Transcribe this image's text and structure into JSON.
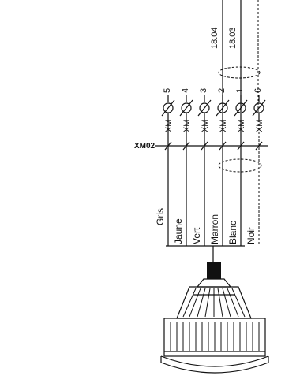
{
  "connector_label": "XM02",
  "terminal_prefix": "XM",
  "terminals": [
    {
      "number": "5",
      "color": "Jaune",
      "wire_label": ""
    },
    {
      "number": "4",
      "color": "Vert",
      "wire_label": ""
    },
    {
      "number": "3",
      "color": "Marron",
      "wire_label": "18.04"
    },
    {
      "number": "2",
      "color": "Blanc",
      "wire_label": "18.03"
    },
    {
      "number": "1",
      "color": "Noir",
      "wire_label": ""
    },
    {
      "number": "6",
      "color": "",
      "wire_label": ""
    }
  ],
  "cable_color": "Gris",
  "colors": {
    "line": "#111111",
    "background": "#ffffff"
  }
}
